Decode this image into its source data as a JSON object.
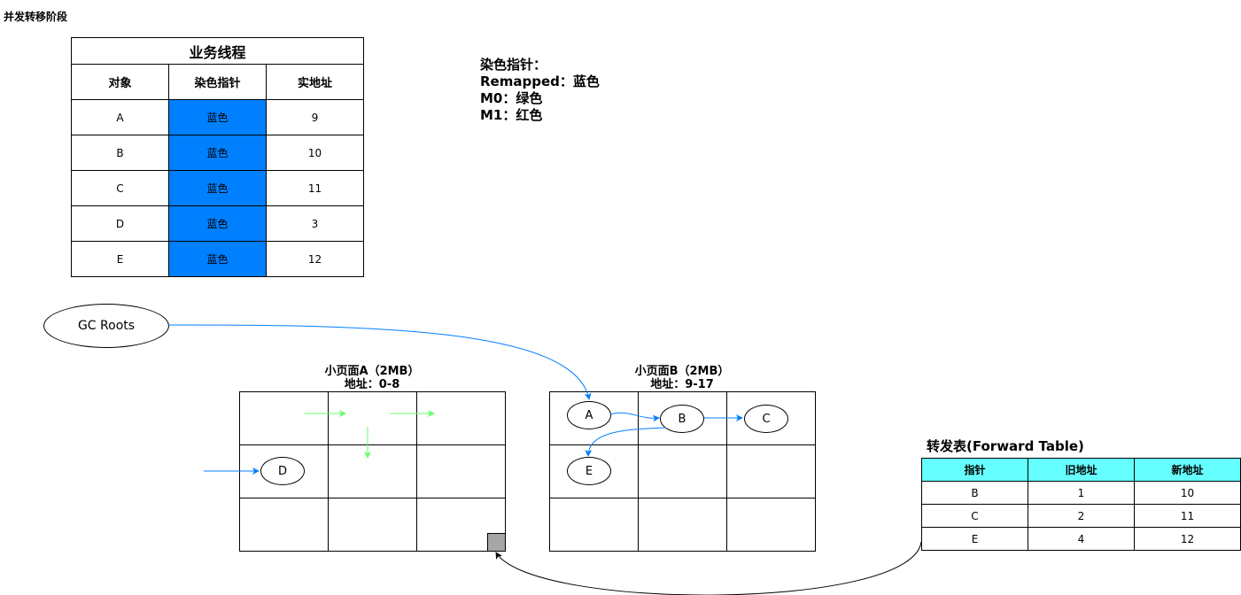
{
  "title": "并发转移阶段",
  "business_table": {
    "caption": "业务线程",
    "headers": [
      "对象",
      "染色指针",
      "实地址"
    ],
    "rows": [
      {
        "object": "A",
        "pointer": "蓝色",
        "address": "9"
      },
      {
        "object": "B",
        "pointer": "蓝色",
        "address": "10"
      },
      {
        "object": "C",
        "pointer": "蓝色",
        "address": "11"
      },
      {
        "object": "D",
        "pointer": "蓝色",
        "address": "3"
      },
      {
        "object": "E",
        "pointer": "蓝色",
        "address": "12"
      }
    ],
    "pointer_color": "#007fff"
  },
  "legend": {
    "line1": "染色指针：",
    "line2": "Remapped：蓝色",
    "line3": "M0：绿色",
    "line4": "M1：红色"
  },
  "gc_roots": "GC Roots",
  "page_a": {
    "label": "小页面A（2MB）",
    "address": "地址：0-8",
    "node": "D"
  },
  "page_b": {
    "label": "小页面B（2MB）",
    "address": "地址：9-17",
    "nodes": [
      "A",
      "B",
      "C",
      "E"
    ]
  },
  "forward_table": {
    "title": "转发表(Forward Table)",
    "headers": [
      "指针",
      "旧地址",
      "新地址"
    ],
    "rows": [
      {
        "pointer": "B",
        "old": "1",
        "new": "10"
      },
      {
        "pointer": "C",
        "old": "2",
        "new": "11"
      },
      {
        "pointer": "E",
        "old": "4",
        "new": "12"
      }
    ],
    "header_color": "#66ffff"
  },
  "colors": {
    "blue_arrow": "#007fff",
    "green_arrow": "#66ff66",
    "gray_block": "#a6a6a6"
  }
}
